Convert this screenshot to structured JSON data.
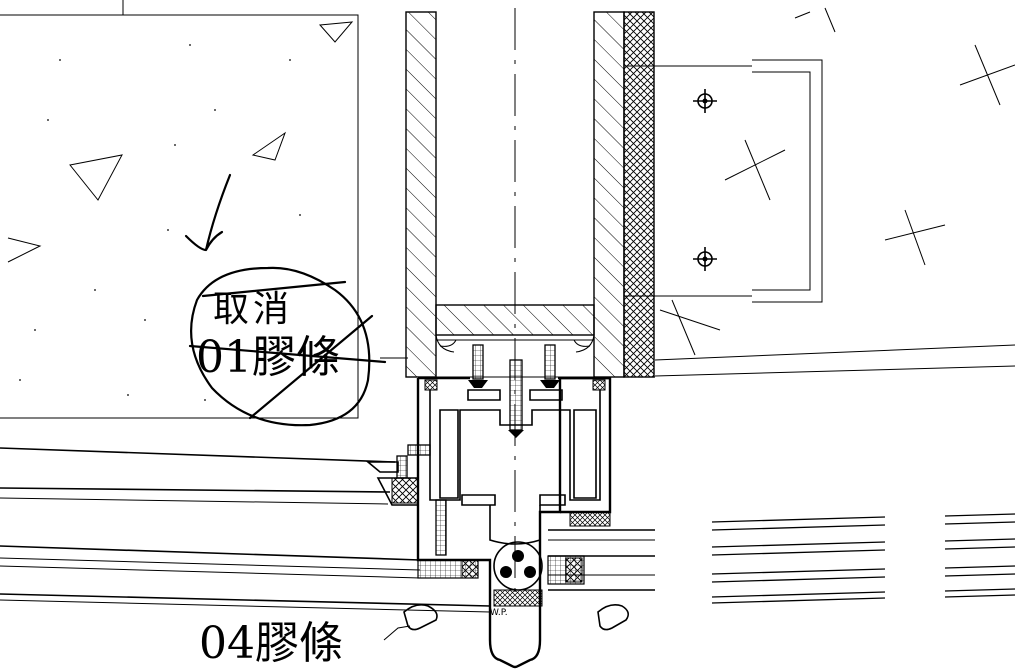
{
  "drawing": {
    "annotations": {
      "cancel_note": "取消",
      "gasket_01": "01膠條",
      "gasket_04": "04膠條",
      "wp_note": "W.P."
    }
  },
  "colors": {
    "ink": "#000000",
    "paper": "#ffffff"
  }
}
